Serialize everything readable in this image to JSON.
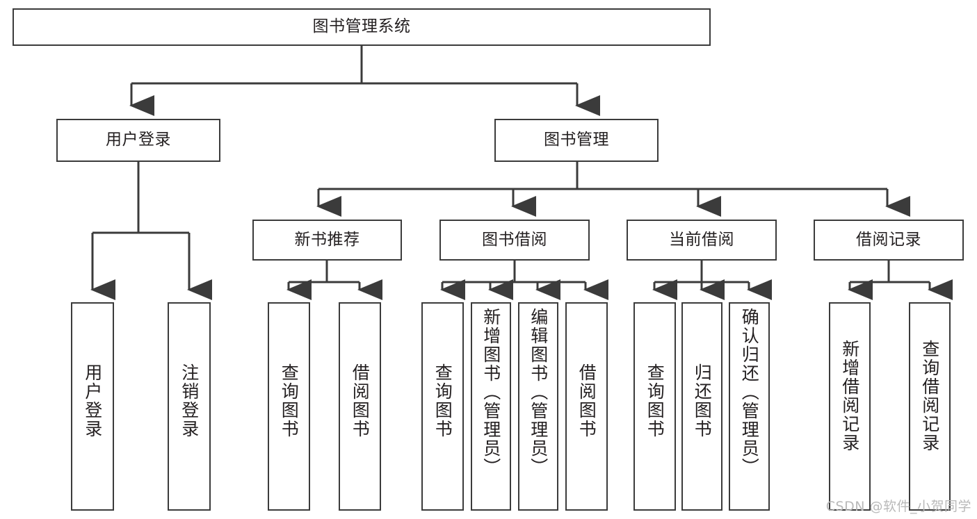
{
  "diagram": {
    "title": "图书管理系统",
    "type": "hierarchy-tree",
    "watermark": "CSDN @软件_小贺同学",
    "colors": {
      "background": "#ffffff",
      "box_border": "#3b3b3b",
      "box_fill": "#ffffff",
      "text": "#231f20",
      "connector": "#3b3b3b",
      "watermark": "#b9b9b9"
    },
    "levels": {
      "root": {
        "label": "图书管理系统"
      },
      "level2": [
        {
          "label": "用户登录"
        },
        {
          "label": "图书管理"
        }
      ],
      "level3": [
        {
          "label": "新书推荐"
        },
        {
          "label": "图书借阅"
        },
        {
          "label": "当前借阅"
        },
        {
          "label": "借阅记录"
        }
      ],
      "leaves": [
        {
          "label": "用户登录",
          "parent": "用户登录"
        },
        {
          "label": "注销登录",
          "parent": "用户登录"
        },
        {
          "label": "查询图书",
          "parent": "新书推荐"
        },
        {
          "label": "借阅图书",
          "parent": "新书推荐"
        },
        {
          "label": "查询图书",
          "parent": "图书借阅"
        },
        {
          "label": "新增图书（管理员）",
          "parent": "图书借阅"
        },
        {
          "label": "编辑图书（管理员）",
          "parent": "图书借阅"
        },
        {
          "label": "借阅图书",
          "parent": "图书借阅"
        },
        {
          "label": "查询图书",
          "parent": "当前借阅"
        },
        {
          "label": "归还图书",
          "parent": "当前借阅"
        },
        {
          "label": "确认归还（管理员）",
          "parent": "当前借阅"
        },
        {
          "label": "新增借阅记录",
          "parent": "借阅记录"
        },
        {
          "label": "查询借阅记录",
          "parent": "借阅记录"
        }
      ]
    }
  }
}
